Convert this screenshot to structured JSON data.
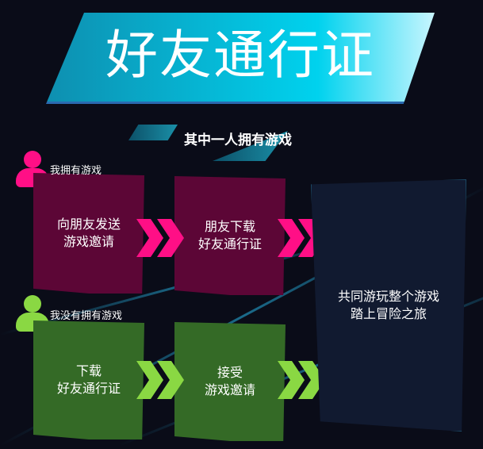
{
  "title": "好友通行证",
  "subtitle": "其中一人拥有游戏",
  "own": {
    "label": "我拥有游戏",
    "step1": [
      "向朋友发送",
      "游戏邀请"
    ],
    "step2": [
      "朋友下载",
      "好友通行证"
    ],
    "color": "#ff0f86"
  },
  "notown": {
    "label": "我没有拥有游戏",
    "step1": [
      "下载",
      "好友通行证"
    ],
    "step2": [
      "接受",
      "游戏邀请"
    ],
    "color": "#8ad843"
  },
  "result": [
    "共同游玩整个游戏",
    "踏上冒险之旅"
  ]
}
